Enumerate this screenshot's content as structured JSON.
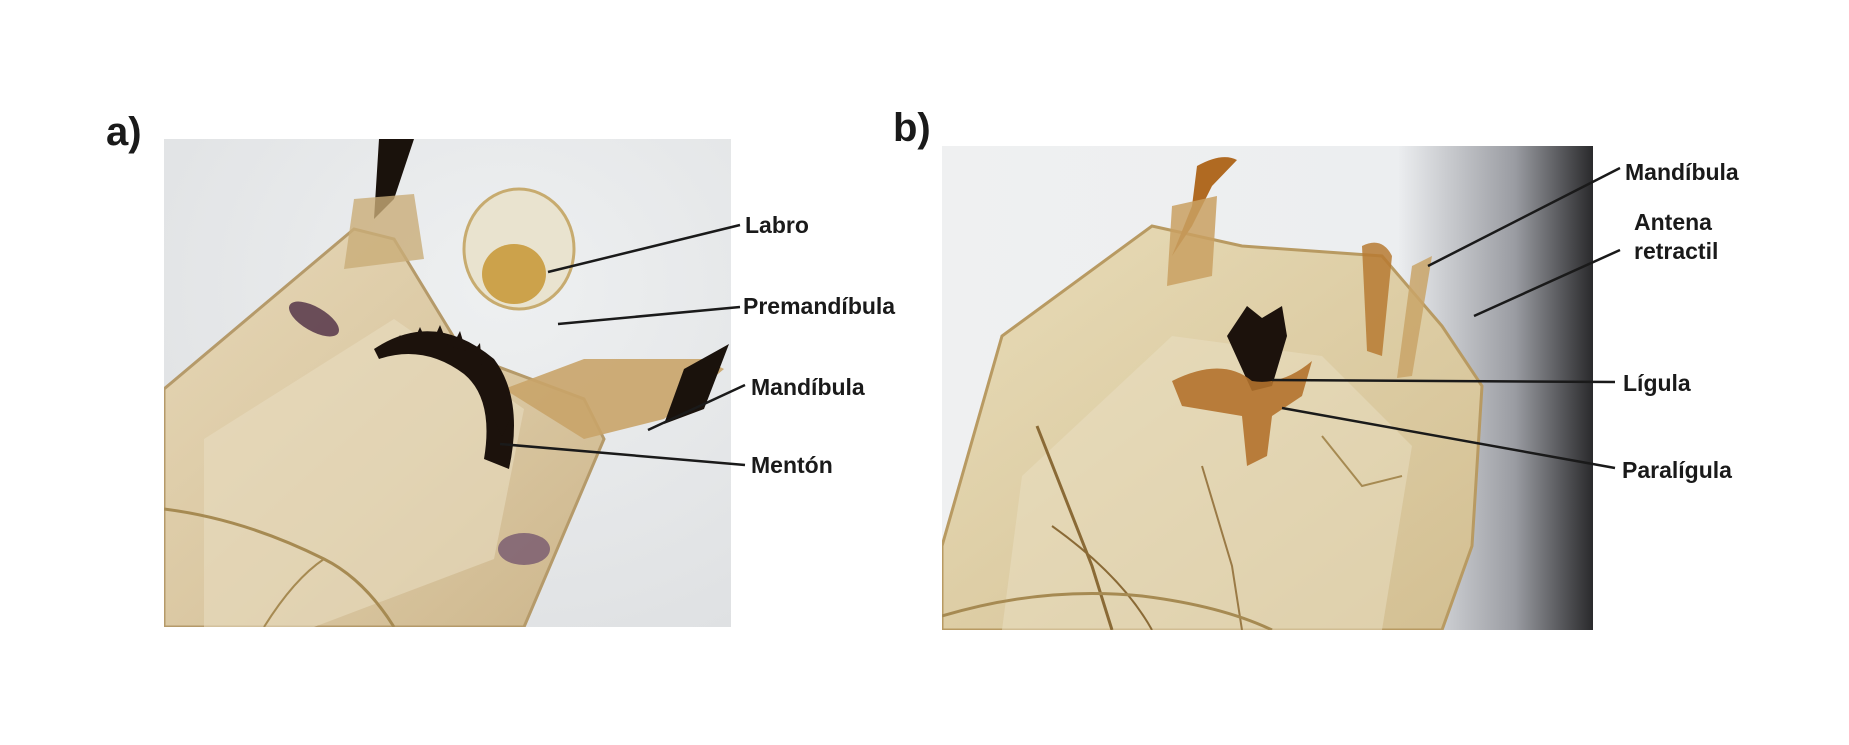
{
  "panels": [
    {
      "letter": "a)",
      "labels": {
        "labro": "Labro",
        "premandibula": "Premandíbula",
        "mandibula": "Mandíbula",
        "menton": "Mentón"
      }
    },
    {
      "letter": "b)",
      "labels": {
        "mandibula": "Mandíbula",
        "antena_line1": "Antena",
        "antena_line2": "retractil",
        "ligula": "Lígula",
        "paraligula": "Paralígula"
      }
    }
  ],
  "colors": {
    "text": "#1a1a1a",
    "photo_background": "#e4e6e8",
    "cuticle": "#d8c49a",
    "sclerite": "#1c120c",
    "dark_edge": "#2a2a2c"
  }
}
